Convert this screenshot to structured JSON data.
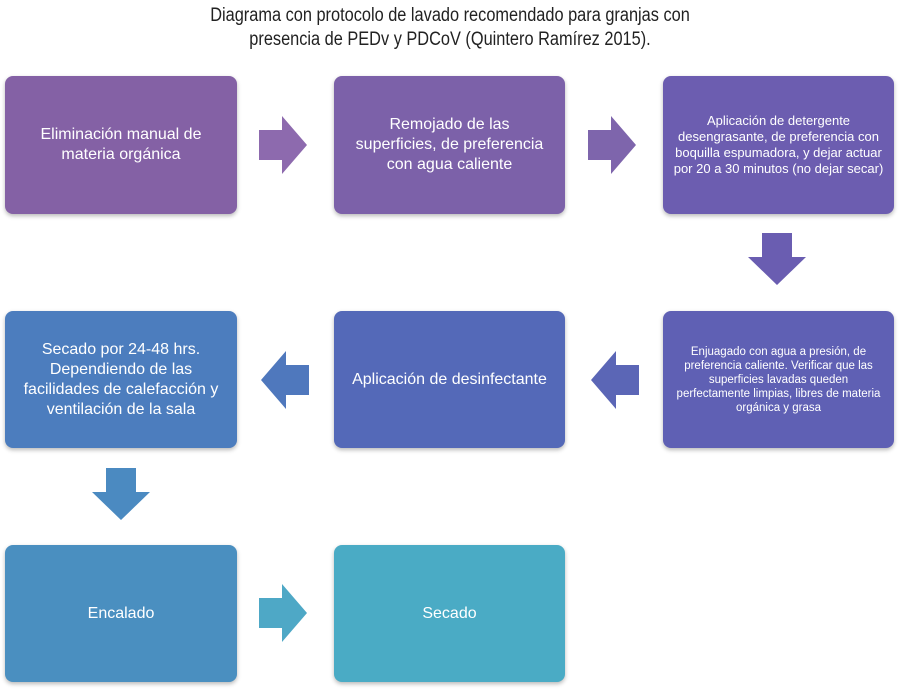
{
  "title": {
    "line1": "Diagrama con protocolo de lavado recomendado para granjas con",
    "line2": "presencia de PEDv y PDCoV (Quintero Ramírez 2015)."
  },
  "steps": [
    {
      "text": "Eliminación manual de materia orgánica",
      "color": "#8461a5"
    },
    {
      "text": "Remojado de las superficies, de preferencia con agua caliente",
      "color": "#7c61a9"
    },
    {
      "text": "Aplicación de detergente desengrasante, de preferencia con boquilla espumadora, y dejar actuar por 20 a 30 minutos (no dejar secar)",
      "color": "#6c5db0"
    },
    {
      "text": "Enjuagado con agua a presión, de preferencia caliente.  Verificar que las superficies lavadas queden perfectamente limpias, libres de materia orgánica y grasa",
      "color": "#5f60b4"
    },
    {
      "text": "Aplicación de desinfectante",
      "color": "#5469b8"
    },
    {
      "text": "Secado por 24-48 hrs. Dependiendo de las facilidades de calefacción y ventilación de la sala",
      "color": "#4c7dbe"
    },
    {
      "text": "Encalado",
      "color": "#4a8fc0"
    },
    {
      "text": "Secado",
      "color": "#4aabc5"
    }
  ],
  "arrows": [
    {
      "direction": "right",
      "color": "#8d6aae"
    },
    {
      "direction": "right",
      "color": "#7e65ac"
    },
    {
      "direction": "down",
      "color": "#6a5db1"
    },
    {
      "direction": "left",
      "color": "#5b66b6"
    },
    {
      "direction": "left",
      "color": "#4f78bd"
    },
    {
      "direction": "down",
      "color": "#4b8ac1"
    },
    {
      "direction": "right",
      "color": "#4ea8c6"
    }
  ]
}
